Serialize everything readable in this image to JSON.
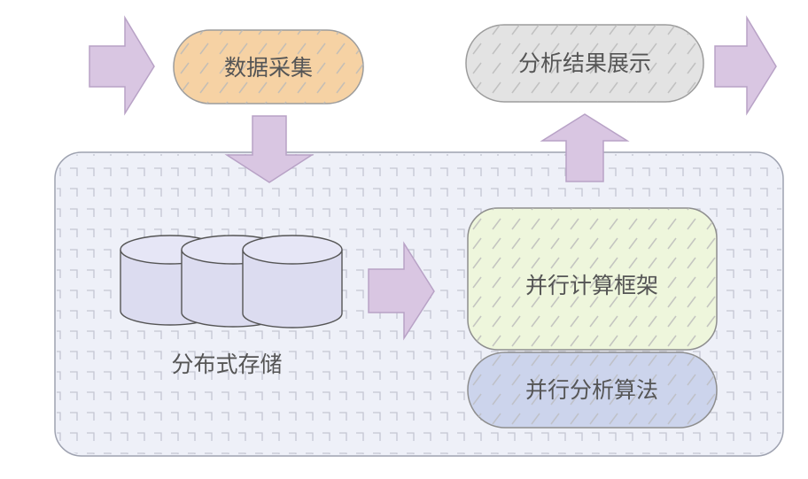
{
  "nodes": {
    "data_collection": "数据采集",
    "result_display": "分析结果展示",
    "distributed_storage": "分布式存储",
    "parallel_framework": "并行计算框架",
    "parallel_algorithm": "并行分析算法"
  },
  "colors": {
    "arrow": "#d9c6e2",
    "arrow_stroke": "#b8a2c6",
    "collection_fill": "#f6d2a4",
    "display_fill": "#e3e3e3",
    "container_fill": "#eef0f8",
    "cylinder_fill": "#dcdcf0",
    "framework_fill": "#eef6dc",
    "algorithm_fill": "#ccd4ec"
  }
}
